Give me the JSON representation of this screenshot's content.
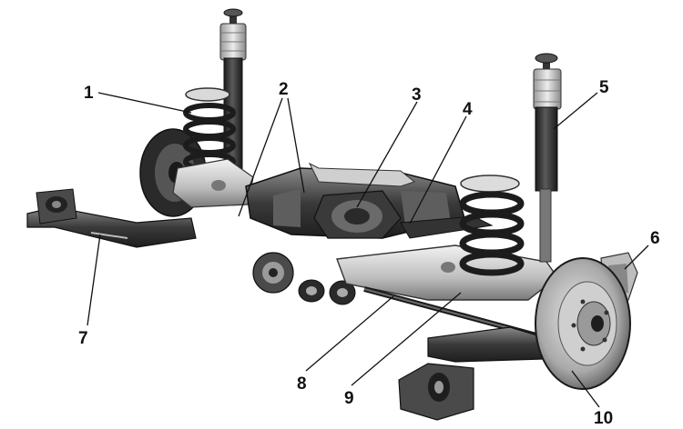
{
  "diagram": {
    "callouts": [
      {
        "id": "1",
        "label": "1"
      },
      {
        "id": "2",
        "label": "2"
      },
      {
        "id": "3",
        "label": "3"
      },
      {
        "id": "4",
        "label": "4"
      },
      {
        "id": "5",
        "label": "5"
      },
      {
        "id": "6",
        "label": "6"
      },
      {
        "id": "7",
        "label": "7"
      },
      {
        "id": "8",
        "label": "8"
      },
      {
        "id": "9",
        "label": "9"
      },
      {
        "id": "10",
        "label": "10"
      }
    ]
  },
  "colors": {
    "metal_dark": "#2b2b2b",
    "metal_mid": "#6e6e6e",
    "metal_light": "#cfcfcf",
    "leader": "#111111",
    "background": "#ffffff"
  }
}
